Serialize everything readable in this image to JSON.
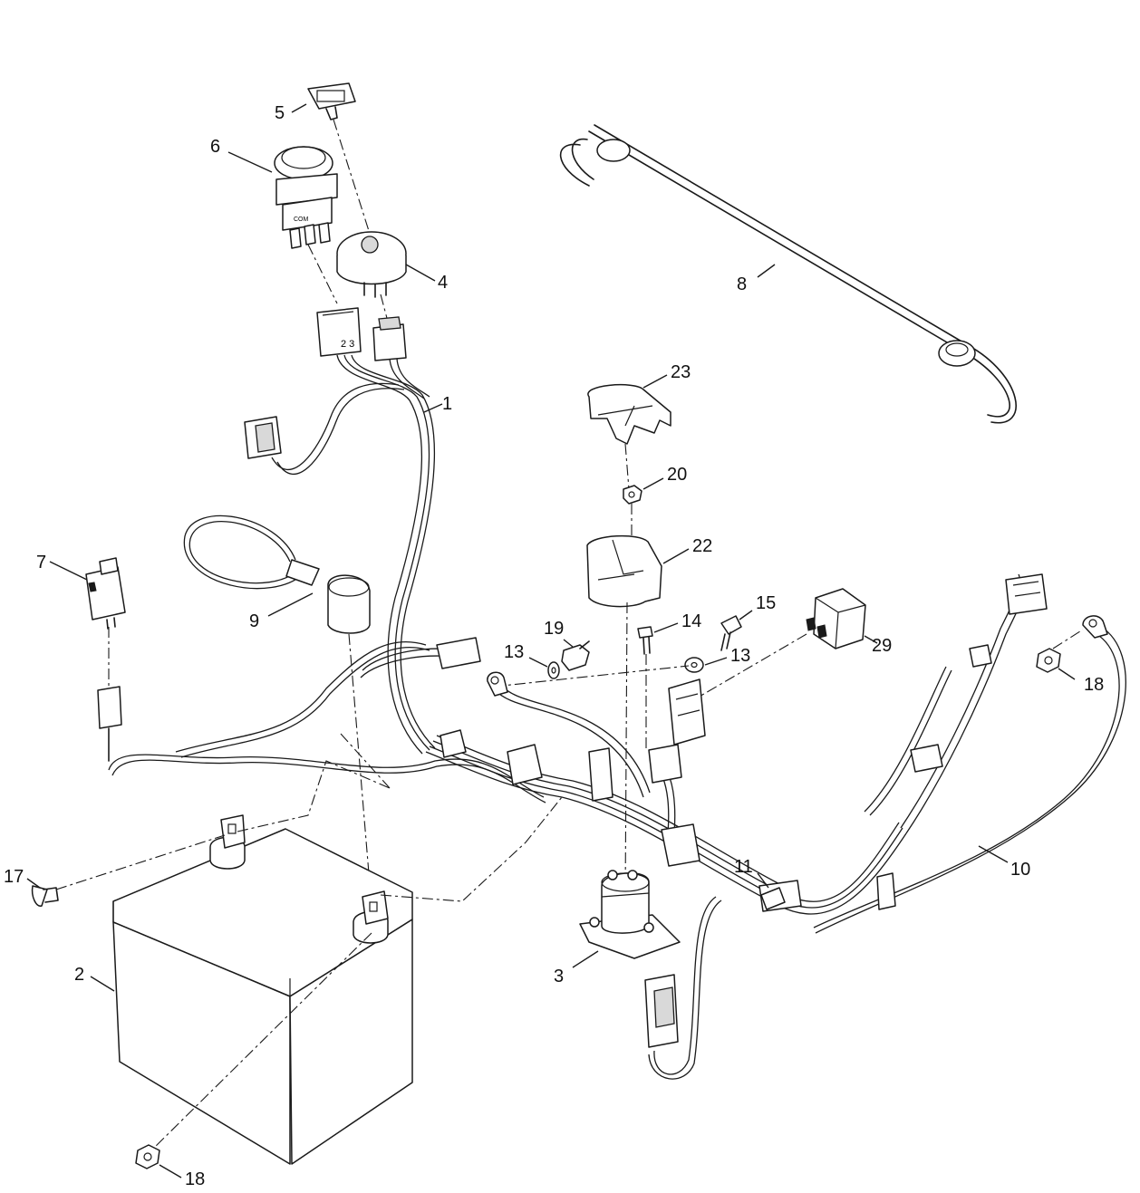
{
  "callouts": [
    {
      "id": "c1",
      "text": "1"
    },
    {
      "id": "c2",
      "text": "2"
    },
    {
      "id": "c3",
      "text": "3"
    },
    {
      "id": "c4",
      "text": "4"
    },
    {
      "id": "c5",
      "text": "5"
    },
    {
      "id": "c6",
      "text": "6"
    },
    {
      "id": "c7",
      "text": "7"
    },
    {
      "id": "c8",
      "text": "8"
    },
    {
      "id": "c9",
      "text": "9"
    },
    {
      "id": "c10",
      "text": "10"
    },
    {
      "id": "c11",
      "text": "11"
    },
    {
      "id": "c13a",
      "text": "13"
    },
    {
      "id": "c13b",
      "text": "13"
    },
    {
      "id": "c14",
      "text": "14"
    },
    {
      "id": "c15",
      "text": "15"
    },
    {
      "id": "c17",
      "text": "17"
    },
    {
      "id": "c18a",
      "text": "18"
    },
    {
      "id": "c18b",
      "text": "18"
    },
    {
      "id": "c19",
      "text": "19"
    },
    {
      "id": "c20",
      "text": "20"
    },
    {
      "id": "c22",
      "text": "22"
    },
    {
      "id": "c23",
      "text": "23"
    },
    {
      "id": "c29",
      "text": "29"
    }
  ],
  "part_markings": {
    "switch_terminal": "COM",
    "connector_pins": "2 3"
  }
}
